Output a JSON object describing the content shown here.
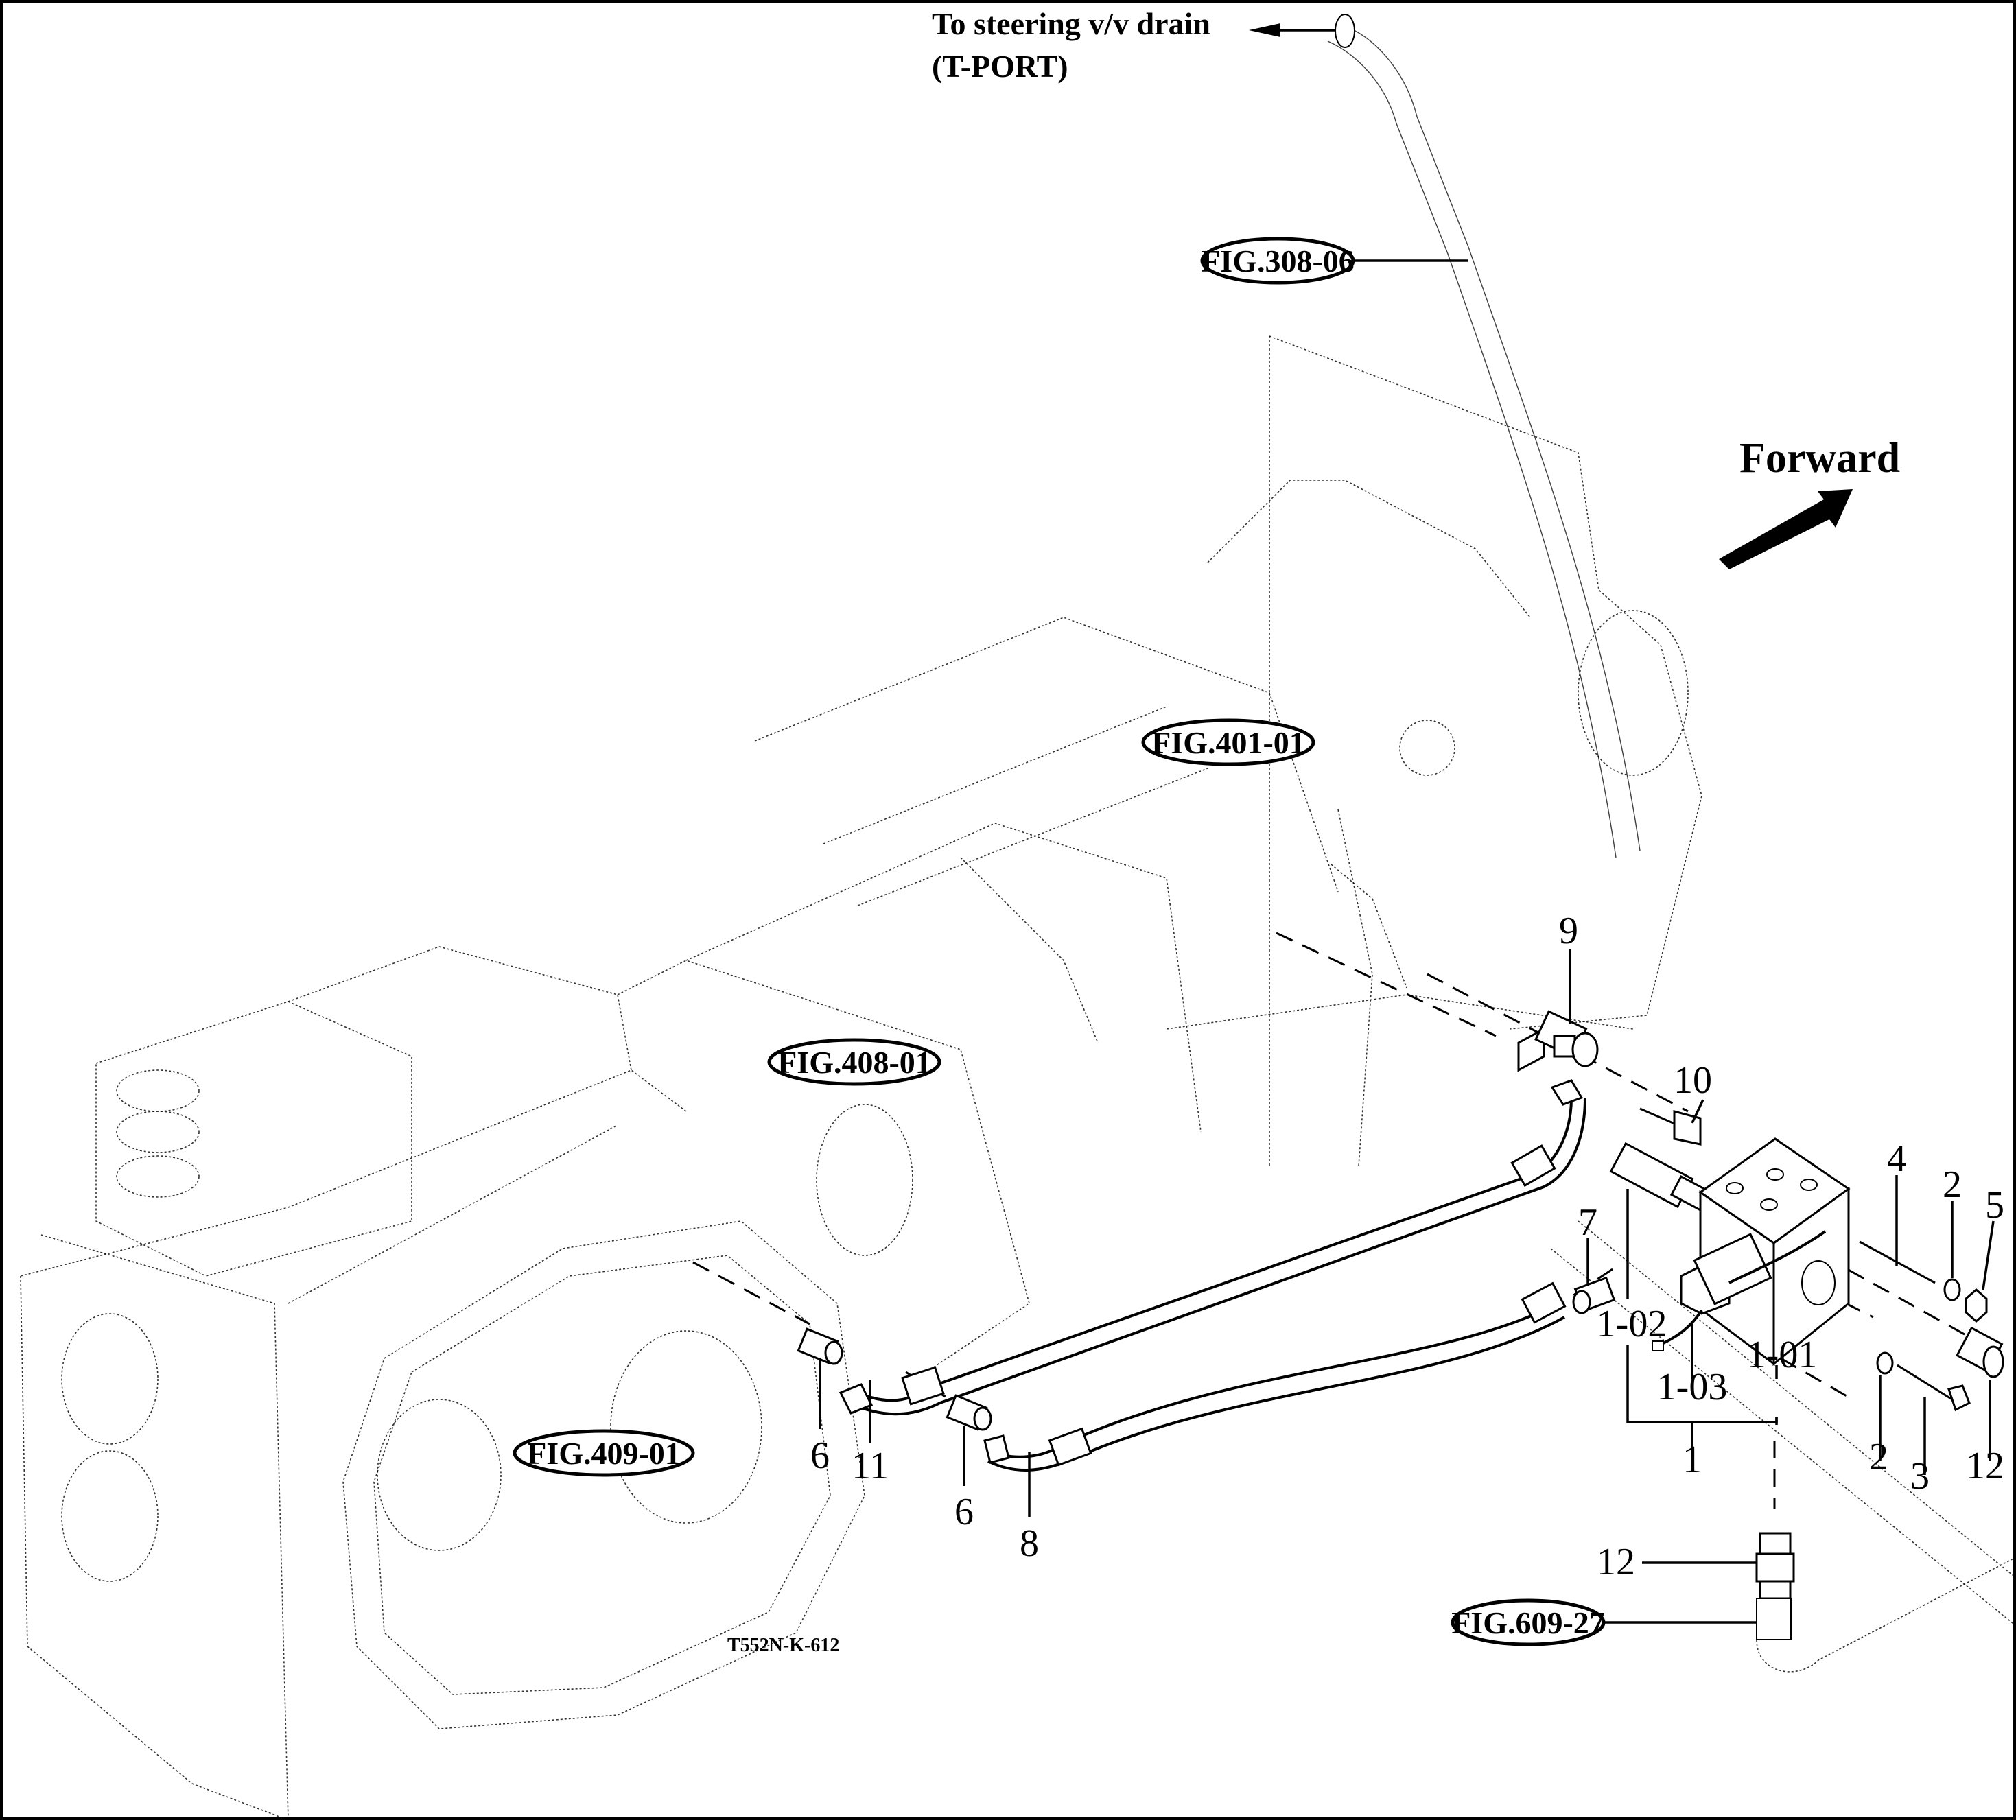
{
  "drawing": {
    "drawing_number": "T552N-K-612",
    "direction_label": "Forward",
    "note": {
      "line1": "To steering v/v drain",
      "line2": "(T-PORT)"
    },
    "figure_references": [
      {
        "id": "fig-308-06",
        "label": "FIG.308-06"
      },
      {
        "id": "fig-401-01",
        "label": "FIG.401-01"
      },
      {
        "id": "fig-408-01",
        "label": "FIG.408-01"
      },
      {
        "id": "fig-409-01",
        "label": "FIG.409-01"
      },
      {
        "id": "fig-609-27",
        "label": "FIG.609-27"
      }
    ],
    "callouts": [
      {
        "id": "c-9",
        "label": "9"
      },
      {
        "id": "c-10",
        "label": "10"
      },
      {
        "id": "c-4",
        "label": "4"
      },
      {
        "id": "c-2a",
        "label": "2"
      },
      {
        "id": "c-5",
        "label": "5"
      },
      {
        "id": "c-7",
        "label": "7"
      },
      {
        "id": "c-1-02",
        "label": "1-02"
      },
      {
        "id": "c-1-03",
        "label": "1-03"
      },
      {
        "id": "c-1-01",
        "label": "1-01"
      },
      {
        "id": "c-1",
        "label": "1"
      },
      {
        "id": "c-2b",
        "label": "2"
      },
      {
        "id": "c-3",
        "label": "3"
      },
      {
        "id": "c-12a",
        "label": "12"
      },
      {
        "id": "c-12b",
        "label": "12"
      },
      {
        "id": "c-6a",
        "label": "6"
      },
      {
        "id": "c-11",
        "label": "11"
      },
      {
        "id": "c-6b",
        "label": "6"
      },
      {
        "id": "c-8",
        "label": "8"
      }
    ]
  }
}
